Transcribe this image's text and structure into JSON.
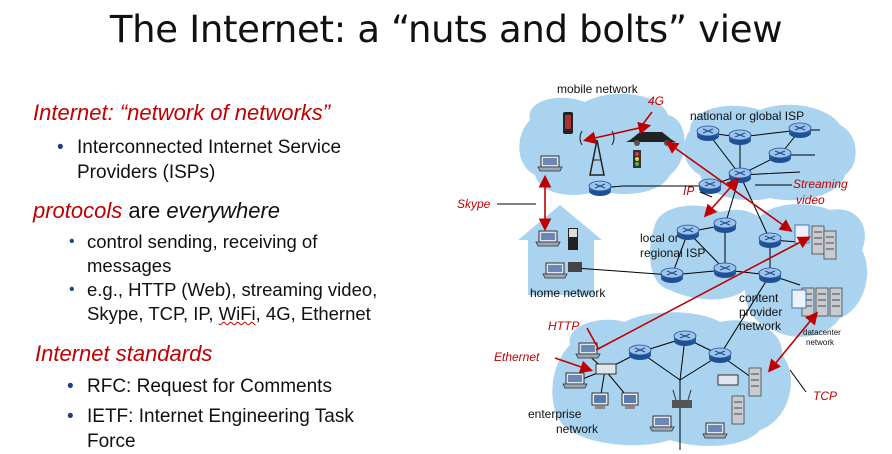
{
  "title": "The Internet: a “nuts and bolts” view",
  "left": {
    "heading1": "Internet: “network of networks”",
    "bullet1_line1": "Interconnected Internet Service",
    "bullet1_line2": "Providers (ISPs)",
    "heading2_red": "protocols",
    "heading2_mid": " are ",
    "heading2_ital": "everywhere",
    "sub1_line1": "control sending, receiving of",
    "sub1_line2": "messages",
    "sub2_line1": "e.g., HTTP (Web), streaming video,",
    "sub2_line2a": "Skype, TCP, IP, ",
    "sub2_wifi": "WiFi",
    "sub2_line2b": ", 4G, Ethernet",
    "heading3": "Internet  standards",
    "bullet3": "RFC: Request for Comments",
    "bullet4_line1": "IETF: Internet Engineering Task",
    "bullet4_line2": "Force"
  },
  "diagram": {
    "mobile_network": "mobile network",
    "national_isp": "national or global ISP",
    "local_isp_1": "local or",
    "local_isp_2": "regional ISP",
    "home_network": "home network",
    "content_1": "content",
    "content_2": "provider",
    "content_3": "network",
    "datacenter_1": "datacenter",
    "datacenter_2": "network",
    "enterprise_1": "enterprise",
    "enterprise_2": "network",
    "label_4g": "4G",
    "label_ip": "IP",
    "label_skype": "Skype",
    "label_streaming_1": "Streaming",
    "label_streaming_2": "video",
    "label_http": "HTTP",
    "label_ethernet": "Ethernet",
    "label_tcp": "TCP"
  },
  "colors": {
    "accent_red": "#c00000",
    "bullet_blue": "#1f3c88",
    "cloud_blue": "#a9d3ef",
    "router_blue": "#2b5fa8"
  }
}
